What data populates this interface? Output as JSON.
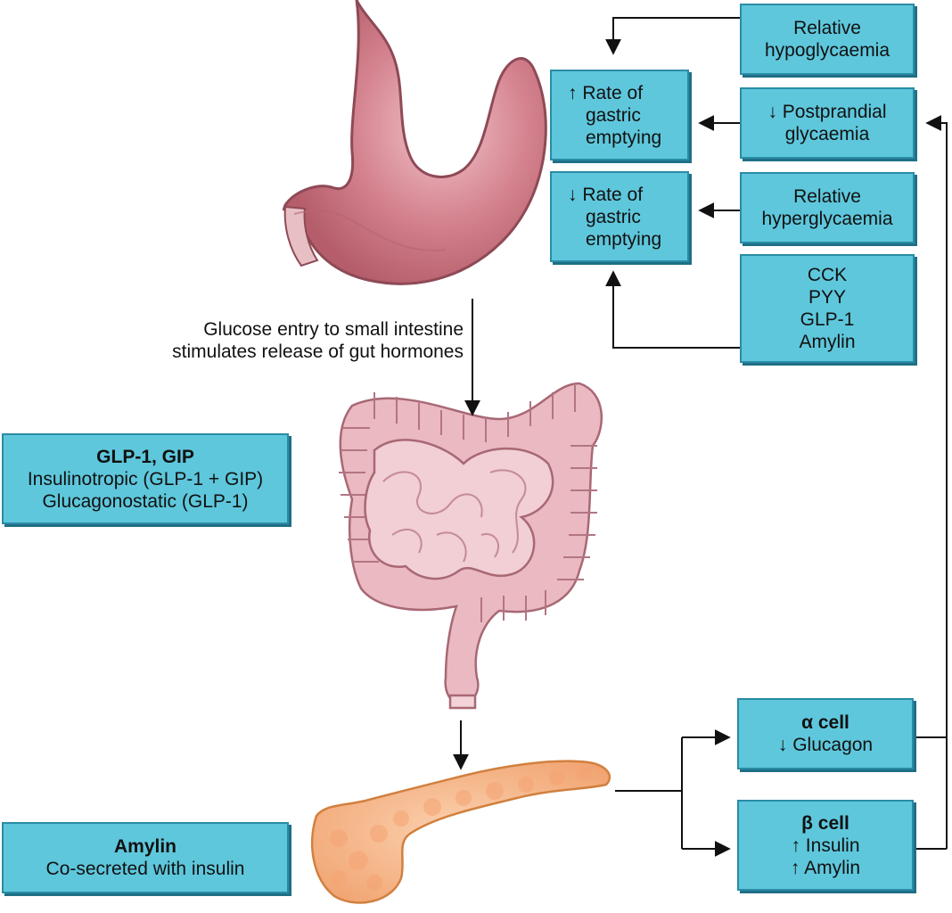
{
  "boxes": {
    "relative_hypoglycaemia": [
      "Relative",
      "hypoglycaemia"
    ],
    "rate_up": [
      "↑ Rate of",
      "gastric",
      "emptying"
    ],
    "postprandial": [
      "↓ Postprandial",
      "glycaemia"
    ],
    "rate_down": [
      "↓ Rate of",
      "gastric",
      "emptying"
    ],
    "relative_hyperglycaemia": [
      "Relative",
      "hyperglycaemia"
    ],
    "hormones": [
      "CCK",
      "PYY",
      "GLP-1",
      "Amylin"
    ],
    "glp_gip": {
      "title": "GLP-1, GIP",
      "lines": [
        "Insulinotropic (GLP-1 + GIP)",
        "Glucagonostatic (GLP-1)"
      ]
    },
    "alpha_cell": {
      "title": "α cell",
      "lines": [
        "↓ Glucagon"
      ]
    },
    "beta_cell": {
      "title": "β cell",
      "lines": [
        "↑ Insulin",
        "↑ Amylin"
      ]
    },
    "amylin": {
      "title": "Amylin",
      "lines": [
        "Co-secreted with insulin"
      ]
    }
  },
  "caption": [
    "Glucose entry to small intestine",
    "stimulates release of gut hormones"
  ],
  "illustrations": {
    "stomach": "stomach-illustration",
    "intestine": "intestine-illustration",
    "pancreas": "pancreas-illustration"
  },
  "colors": {
    "box_fill": "#5ec7dc",
    "box_border": "#2a8ca6",
    "stomach": "#c9737f",
    "intestine": "#e8b4bc",
    "pancreas": "#f6b07e"
  }
}
